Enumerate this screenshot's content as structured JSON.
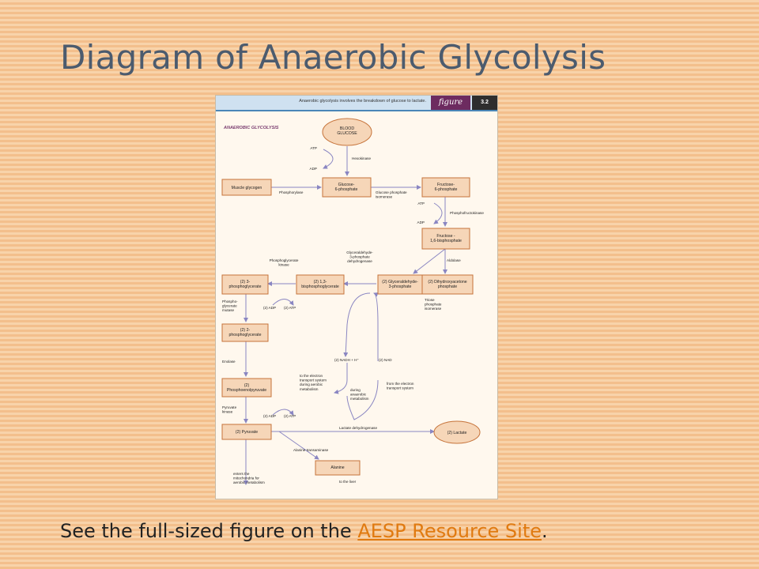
{
  "slide": {
    "title": "Diagram of Anaerobic Glycolysis",
    "footer_text": "See the full-sized figure on the ",
    "footer_link": "AESP Resource Site",
    "footer_end": "."
  },
  "figure": {
    "caption": "Anaerobic glycolysis involves the breakdown of glucose to lactate.",
    "figure_word": "figure",
    "figure_number": "3.2",
    "section_title": "ANAEROBIC GLYCOLYSIS"
  },
  "nodes": {
    "blood_glucose": [
      "BLOOD",
      "GLUCOSE"
    ],
    "muscle_glycogen": [
      "Muscle glycogen"
    ],
    "glucose_6p": [
      "Glucose-",
      "6-phosphate"
    ],
    "fructose_6p": [
      "Fructose-",
      "6-phosphate"
    ],
    "fructose_16bp": [
      "Fructose -",
      "1,6-bisphosphate"
    ],
    "dhap": [
      "(2) Dihydroxyacetone",
      "phosphate"
    ],
    "g3p": [
      "(2) Glyceraldehyde-",
      "3-phosphate"
    ],
    "bpg13": [
      "(2) 1,3-",
      "bisphosphoglycerate"
    ],
    "pg3": [
      "(2) 3-",
      "phosphoglycerate"
    ],
    "pg2": [
      "(2) 2-",
      "phosphoglycerate"
    ],
    "pep": [
      "(2)",
      "Phosphoenolpyruvate"
    ],
    "pyruvate": [
      "(2) Pyruvate"
    ],
    "lactate": [
      "(2) Lactate"
    ],
    "alanine": [
      "Alanine"
    ]
  },
  "labels": {
    "atp1": [
      "ATP"
    ],
    "adp1": [
      "ADP"
    ],
    "hexokinase": [
      "Hexokinase"
    ],
    "phosphorylase": [
      "Phosphorylase"
    ],
    "gpi": [
      "Glucose phosphate",
      "isomerase"
    ],
    "atp2": [
      "ATP"
    ],
    "adp2": [
      "ADP"
    ],
    "pfk": [
      "Phosphofructokinase"
    ],
    "aldolase": [
      "Aldolase"
    ],
    "tpi": [
      "Triose",
      "phosphate",
      "isomerase"
    ],
    "g3pdh": [
      "Glyceraldehyde-",
      "3-phosphate",
      "dehydrogenase"
    ],
    "pgk": [
      "Phosphoglycerate",
      "kinase"
    ],
    "adp3": [
      "(2) ADP"
    ],
    "atp3": [
      "(2) ATP"
    ],
    "pgm": [
      "Phospho-",
      "glycerate",
      "mutase"
    ],
    "enolase": [
      "Enolase"
    ],
    "nadh": [
      "(2) NADH + H⁺"
    ],
    "nad": [
      "(2) NAD"
    ],
    "to_ets": [
      "to the electron",
      "transport system",
      "during aerobic",
      "metabolism"
    ],
    "during_anaerobic": [
      "during",
      "anaerobic",
      "metabolism"
    ],
    "from_ets": [
      "from the electron",
      "transport system"
    ],
    "pk": [
      "Pyruvate",
      "kinase"
    ],
    "adp4": [
      "(2) ADP"
    ],
    "atp4": [
      "(2) ATP"
    ],
    "ldh": [
      "Lactate dehydrogenase"
    ],
    "alt": [
      "Alanine transaminase"
    ],
    "mito": [
      "enters the",
      "mitochondria for",
      "aerobic metabolism"
    ],
    "liver": [
      "to the liver"
    ]
  }
}
